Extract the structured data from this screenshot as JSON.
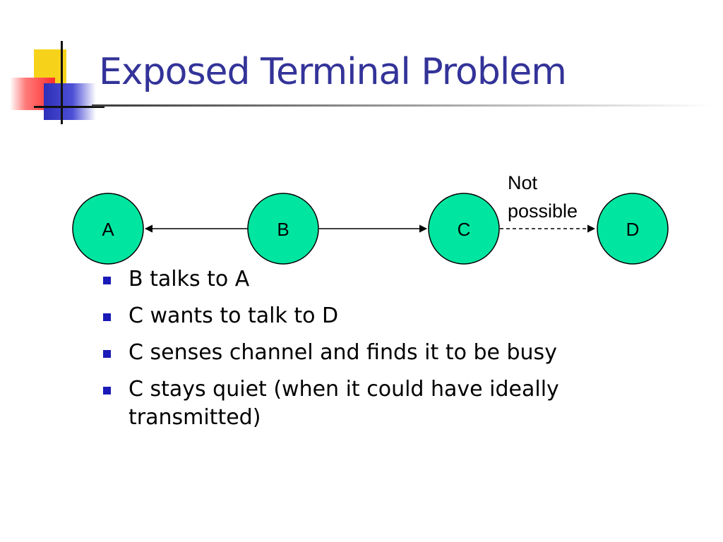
{
  "slide": {
    "title": "Exposed Terminal Problem"
  },
  "diagram": {
    "nodes": [
      {
        "id": "A",
        "label": "A"
      },
      {
        "id": "B",
        "label": "B"
      },
      {
        "id": "C",
        "label": "C"
      },
      {
        "id": "D",
        "label": "D"
      }
    ],
    "node_color": "#00e5a0",
    "edges": [
      {
        "from": "B",
        "to": "A",
        "style": "solid"
      },
      {
        "from": "B",
        "to": "C",
        "style": "solid"
      },
      {
        "from": "C",
        "to": "D",
        "style": "dashed"
      }
    ],
    "annotation_line1": "Not",
    "annotation_line2": "possible"
  },
  "bullets": [
    " B talks to A",
    " C wants to talk to D",
    " C senses channel and finds it to be busy",
    " C stays quiet (when it could have ideally transmitted)"
  ],
  "colors": {
    "title": "#333399",
    "bullet_marker": "#1a1ab8"
  }
}
